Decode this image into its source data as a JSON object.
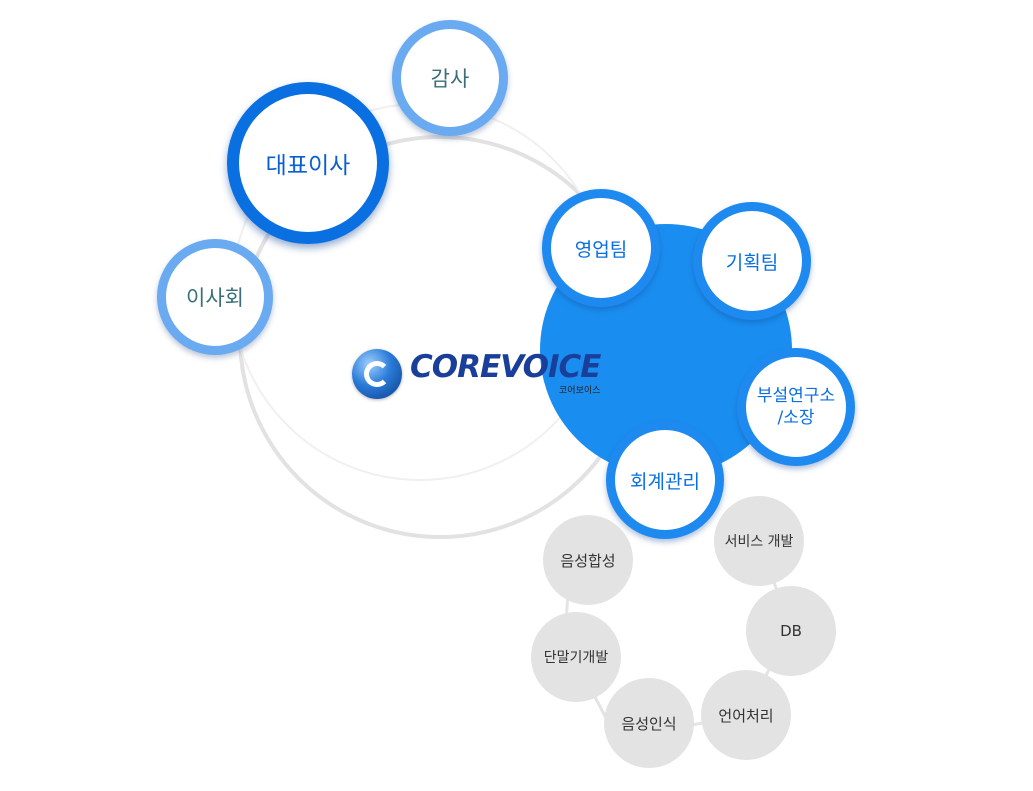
{
  "logo": {
    "wordmark": "COREVOICE",
    "subtitle": "코어보이스"
  },
  "outer_nodes": {
    "audit": "감사",
    "ceo": "대표이사",
    "board": "이사회"
  },
  "teams": {
    "sales": "영업팀",
    "planning": "기획팀",
    "lab_line1": "부설연구소",
    "lab_line2": "/소장",
    "accounting": "회계관리"
  },
  "research_areas": {
    "speech_synthesis": "음성합성",
    "service_dev": "서비스 개발",
    "db": "DB",
    "device_dev": "단말기개발",
    "language_processing": "언어처리",
    "speech_recognition": "음성인식"
  },
  "colors": {
    "accent": "#1a8ef0",
    "strong": "#0a6fe0",
    "light": "#6aaaf0",
    "grey": "#e3e3e3"
  }
}
